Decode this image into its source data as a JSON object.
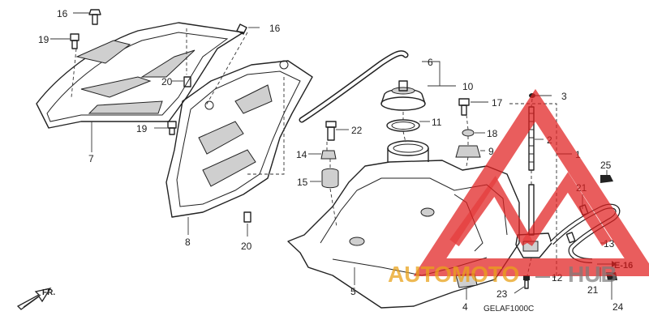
{
  "diagram": {
    "drawing_code": "GELAF1000C",
    "reference": "E-16",
    "direction": "FR.",
    "callouts": [
      {
        "n": "16"
      },
      {
        "n": "16"
      },
      {
        "n": "19"
      },
      {
        "n": "19"
      },
      {
        "n": "20"
      },
      {
        "n": "20"
      },
      {
        "n": "7"
      },
      {
        "n": "8"
      },
      {
        "n": "6"
      },
      {
        "n": "10"
      },
      {
        "n": "11"
      },
      {
        "n": "22"
      },
      {
        "n": "14"
      },
      {
        "n": "15"
      },
      {
        "n": "5"
      },
      {
        "n": "4"
      },
      {
        "n": "23"
      },
      {
        "n": "3"
      },
      {
        "n": "17"
      },
      {
        "n": "18"
      },
      {
        "n": "9"
      },
      {
        "n": "2"
      },
      {
        "n": "1"
      },
      {
        "n": "12"
      },
      {
        "n": "25"
      },
      {
        "n": "21"
      },
      {
        "n": "21"
      },
      {
        "n": "13"
      },
      {
        "n": "24"
      }
    ]
  },
  "watermark": {
    "part1": "AUTOMOTO",
    "part2": "HUB",
    "colors": {
      "red": "#e02020",
      "gold": "#e8a21a",
      "gray": "#7a7a7a"
    }
  }
}
